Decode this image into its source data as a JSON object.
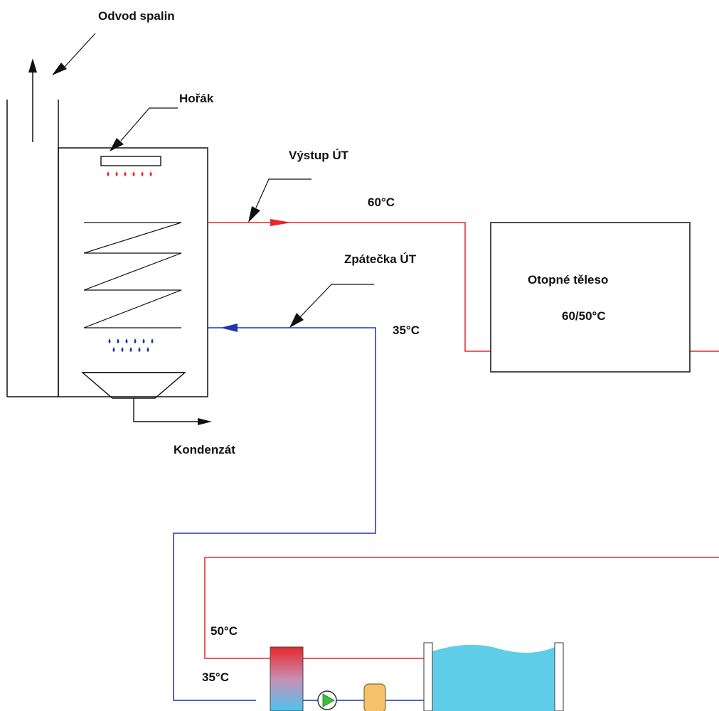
{
  "labels": {
    "flue": "Odvod spalin",
    "burner": "Hořák",
    "supply": "Výstup ÚT",
    "supply_temp": "60°C",
    "return": "Zpátečka ÚT",
    "return_temp": "35°C",
    "radiator": "Otopné těleso",
    "radiator_temp": "60/50°C",
    "condensate": "Kondenzát",
    "pool_supply_temp": "50°C",
    "pool_return_temp": "35°C"
  },
  "colors": {
    "hot": "#e8262b",
    "cold": "#1f35b0",
    "line": "#111111",
    "water": "#5fcde8",
    "tank": "#f5c26b"
  },
  "icons": {
    "pump": "pump-icon",
    "heat_exchanger": "heat-exchanger-icon",
    "flames": "flame-icon",
    "droplets": "droplet-icon"
  }
}
